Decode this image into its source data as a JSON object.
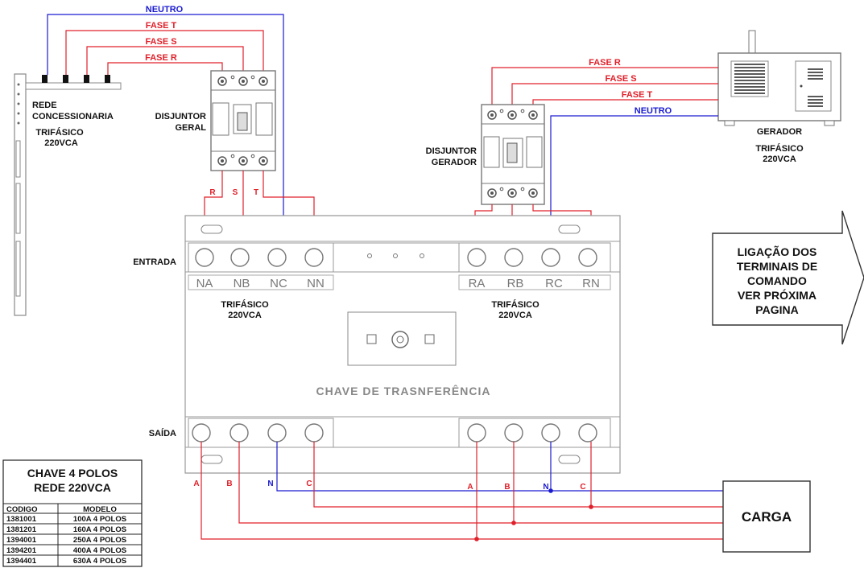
{
  "wires": {
    "neutro_top": "NEUTRO",
    "fase_t_top": "FASE T",
    "fase_s_top": "FASE S",
    "fase_r_top": "FASE R",
    "fase_r_gen": "FASE R",
    "fase_s_gen": "FASE S",
    "fase_t_gen": "FASE T",
    "neutro_gen": "NEUTRO"
  },
  "rede": {
    "label1": "REDE",
    "label2": "CONCESSIONARIA",
    "type1": "TRIFÁSICO",
    "type2": "220VCA"
  },
  "disjuntor_geral": {
    "label1": "DISJUNTOR",
    "label2": "GERAL",
    "r": "R",
    "s": "S",
    "t": "T"
  },
  "disjuntor_gerador": {
    "label1": "DISJUNTOR",
    "label2": "GERADOR"
  },
  "gerador": {
    "label": "GERADOR",
    "type1": "TRIFÁSICO",
    "type2": "220VCA"
  },
  "chave": {
    "entrada": "ENTRADA",
    "saida": "SAÍDA",
    "title": "CHAVE DE TRASNFERÊNCIA",
    "left_terms": [
      "NA",
      "NB",
      "NC",
      "NN"
    ],
    "right_terms": [
      "RA",
      "RB",
      "RC",
      "RN"
    ],
    "left_type1": "TRIFÁSICO",
    "left_type2": "220VCA",
    "right_type1": "TRIFÁSICO",
    "right_type2": "220VCA"
  },
  "output_labels_left": [
    "A",
    "B",
    "N",
    "C"
  ],
  "output_labels_right": [
    "A",
    "B",
    "N",
    "C"
  ],
  "carga": "CARGA",
  "note": [
    "LIGAÇÃO DOS",
    "TERMINAIS DE",
    "COMANDO",
    "VER PRÓXIMA",
    "PAGINA"
  ],
  "table": {
    "title1": "CHAVE 4 POLOS",
    "title2": "REDE 220VCA",
    "headers": [
      "CODIGO",
      "MODELO"
    ],
    "rows": [
      [
        "1381001",
        "100A 4 POLOS"
      ],
      [
        "1381201",
        "160A 4 POLOS"
      ],
      [
        "1394001",
        "250A 4 POLOS"
      ],
      [
        "1394201",
        "400A 4 POLOS"
      ],
      [
        "1394401",
        "630A 4 POLOS"
      ]
    ]
  },
  "colors": {
    "fase": "#e0202a",
    "neutro": "#1a1ad0",
    "outline": "#8a8a8a",
    "text": "#111111"
  }
}
